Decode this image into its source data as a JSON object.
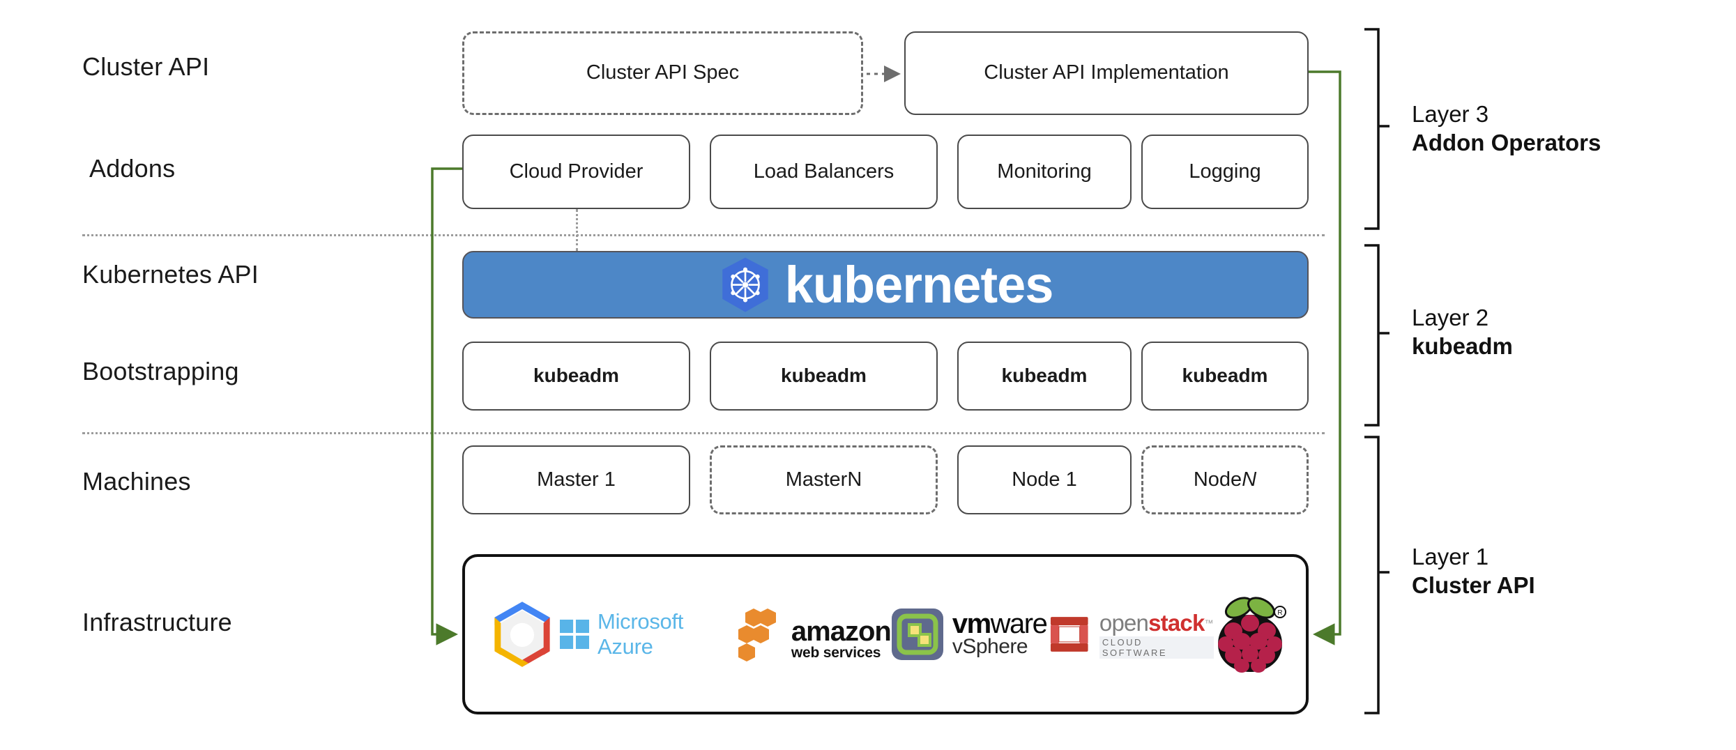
{
  "diagram": {
    "title": "Kubernetes Cluster API layered architecture",
    "row_labels": [
      {
        "id": "cluster-api",
        "text": "Cluster API"
      },
      {
        "id": "addons",
        "text": "Addons"
      },
      {
        "id": "kubernetes-api",
        "text": "Kubernetes API"
      },
      {
        "id": "bootstrapping",
        "text": "Bootstrapping"
      },
      {
        "id": "machines",
        "text": "Machines"
      },
      {
        "id": "infrastructure",
        "text": "Infrastructure"
      }
    ],
    "cluster_api_row": {
      "spec_box": {
        "label": "Cluster API Spec",
        "style": "dashed"
      },
      "impl_box": {
        "label": "Cluster API Implementation",
        "style": "solid"
      },
      "connector": "dotted-arrow-right"
    },
    "addons_row": [
      {
        "label": "Cloud Provider",
        "style": "solid"
      },
      {
        "label": "Load Balancers",
        "style": "solid"
      },
      {
        "label": "Monitoring",
        "style": "solid"
      },
      {
        "label": "Logging",
        "style": "solid"
      }
    ],
    "kubernetes_banner": {
      "word": "kubernetes",
      "logo": "kubernetes-helm-wheel",
      "background_color": "#4d87c7",
      "logo_color": "#3f6ed8",
      "text_color": "#ffffff"
    },
    "bootstrapping_row": [
      {
        "label": "kubeadm",
        "style": "solid"
      },
      {
        "label": "kubeadm",
        "style": "solid"
      },
      {
        "label": "kubeadm",
        "style": "solid"
      },
      {
        "label": "kubeadm",
        "style": "solid"
      }
    ],
    "machines_row": [
      {
        "label": "Master 1",
        "style": "solid",
        "italic_suffix": ""
      },
      {
        "label": "Master ",
        "style": "dashed",
        "italic_suffix": "N"
      },
      {
        "label": "Node 1",
        "style": "solid",
        "italic_suffix": ""
      },
      {
        "label": "Node ",
        "style": "dashed",
        "italic_suffix": "N"
      }
    ],
    "infrastructure_logos": [
      {
        "name": "google-cloud-platform-icon",
        "text": ""
      },
      {
        "name": "microsoft-azure-logo",
        "text": "Microsoft Azure"
      },
      {
        "name": "amazon-web-services-logo",
        "text": "amazon",
        "subtext": "web services"
      },
      {
        "name": "vmware-vsphere-logo",
        "text": "vmware",
        "subtext": "vSphere"
      },
      {
        "name": "openstack-logo",
        "text": "openstack",
        "subtext": "CLOUD SOFTWARE"
      },
      {
        "name": "raspberry-pi-logo",
        "text": ""
      }
    ],
    "layers": [
      {
        "id": "layer-3",
        "name": "Layer 3",
        "title": "Addon Operators"
      },
      {
        "id": "layer-2",
        "name": "Layer 2",
        "title": "kubeadm"
      },
      {
        "id": "layer-1",
        "name": "Layer 1",
        "title": "Cluster API"
      }
    ],
    "arrow_color": "#4c7a2b"
  }
}
